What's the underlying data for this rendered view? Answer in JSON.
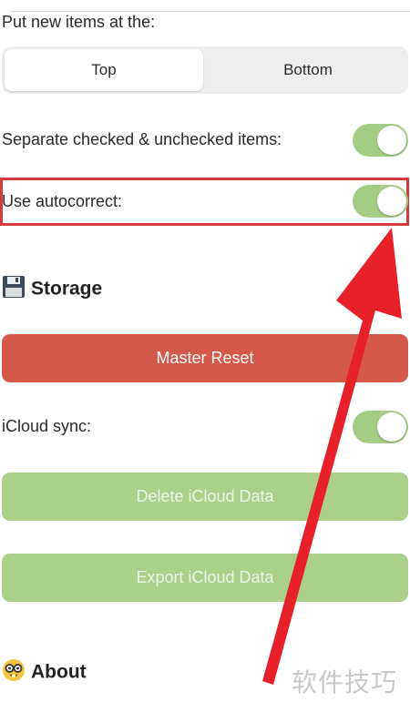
{
  "settings": {
    "insert_position_label": "Put new items at the:",
    "insert_position_options": [
      "Top",
      "Bottom"
    ],
    "insert_position_selected": "Top",
    "separate_label": "Separate checked & unchecked items:",
    "separate_on": true,
    "autocorrect_label": "Use autocorrect:",
    "autocorrect_on": true
  },
  "storage": {
    "title": "Storage",
    "icon": "floppy-disk-icon",
    "master_reset": "Master Reset",
    "icloud_sync_label": "iCloud sync:",
    "icloud_sync_on": true,
    "delete_icloud": "Delete iCloud Data",
    "export_icloud": "Export iCloud Data"
  },
  "about": {
    "title": "About",
    "icon": "nerd-face-icon"
  },
  "watermark": "软件技巧",
  "colors": {
    "toggle_on": "#a3cc85",
    "reset_button": "#d6584a",
    "green_button": "#aad08a",
    "highlight": "#d33a3a",
    "arrow": "#e8202a"
  }
}
